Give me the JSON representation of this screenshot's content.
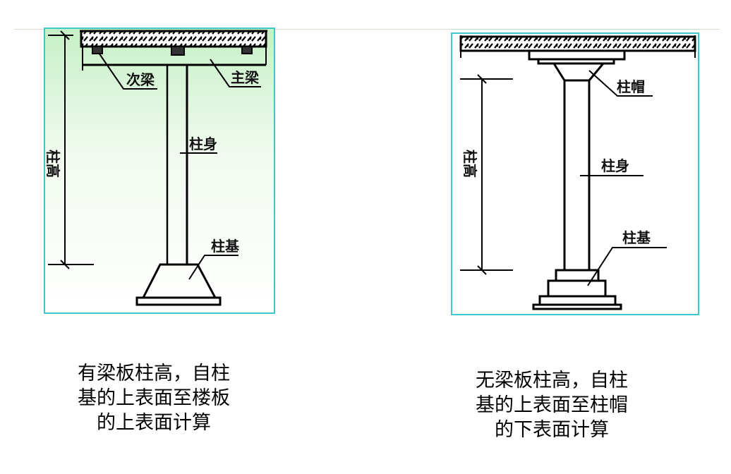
{
  "left_diagram": {
    "labels": {
      "secondary_beam": "次梁",
      "main_beam": "主梁",
      "column_body": "柱身",
      "column_base": "柱基",
      "column_height": "柱高"
    },
    "caption": [
      "有梁板柱高，自柱",
      "基的上表面至楼板",
      "的上表面计算"
    ]
  },
  "right_diagram": {
    "labels": {
      "column_cap": "柱帽",
      "column_body": "柱身",
      "column_base": "柱基",
      "column_height": "柱高"
    },
    "caption": [
      "无梁板柱高，自柱",
      "基的上表面至柱帽",
      "的下表面计算"
    ]
  },
  "colors": {
    "frame": "#3fc8cc",
    "gradient_top": "#c6f0c6"
  }
}
